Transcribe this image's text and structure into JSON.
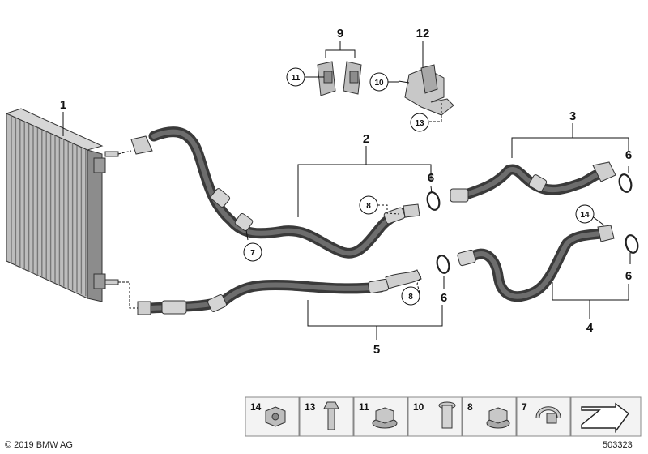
{
  "callouts": {
    "c1": "1",
    "c2": "2",
    "c3": "3",
    "c4": "4",
    "c5": "5",
    "c6a": "6",
    "c6b": "6",
    "c6c": "6",
    "c6d": "6",
    "c7": "7",
    "c8a": "8",
    "c8b": "8",
    "c9": "9",
    "c10": "10",
    "c11": "11",
    "c12": "12",
    "c13": "13",
    "c14": "14"
  },
  "parts_panel": [
    "14",
    "13",
    "11",
    "10",
    "8",
    "7"
  ],
  "footer": {
    "copyright": "© 2019 BMW AG",
    "diagram_number": "503323"
  }
}
